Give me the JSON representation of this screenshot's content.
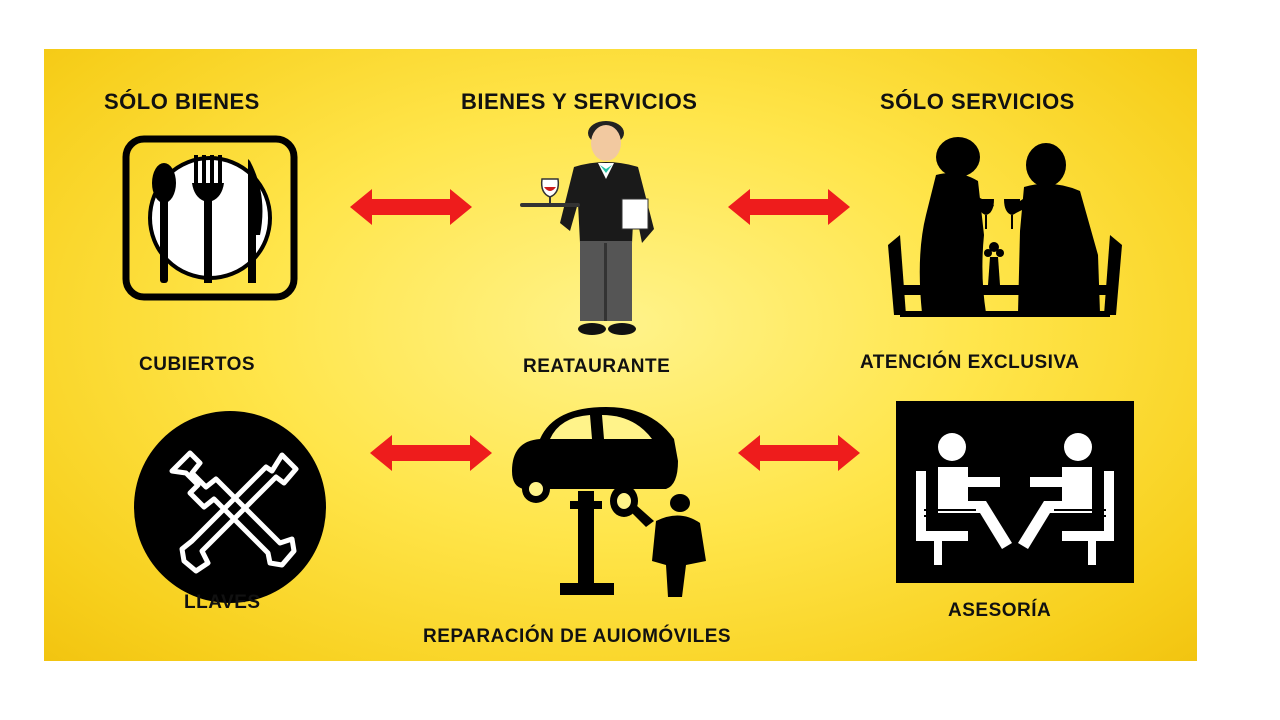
{
  "headers": {
    "goods_only": "SÓLO BIENES",
    "goods_and_services": "BIENES Y SERVICIOS",
    "services_only": "SÓLO SERVICIOS"
  },
  "captions": {
    "cutlery": "CUBIERTOS",
    "restaurant": "REATAURANTE",
    "exclusive_attention": "ATENCIÓN EXCLUSIVA",
    "wrenches": "LLAVES",
    "car_repair": "REPARACIÓN DE AUIOMÓVILES",
    "advisory": "ASESORÍA"
  },
  "colors": {
    "background_center": "#fff38a",
    "background_edge": "#f2c410",
    "arrow": "#ee1c1c",
    "ink": "#111111"
  },
  "icons": [
    "cutlery-icon",
    "waiter-icon",
    "dining-couple-icon",
    "wrenches-icon",
    "car-lift-mechanic-icon",
    "consultation-icon"
  ]
}
